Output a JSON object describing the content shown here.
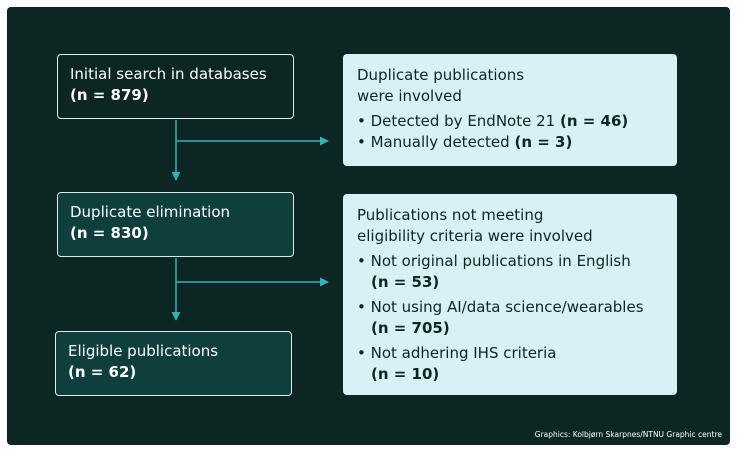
{
  "colors": {
    "background": "#0c2723",
    "box_dark": "#0e3f3d",
    "box_border": "#d6eeee",
    "box_light": "#d8f1f4",
    "arrow": "#2fb4bd"
  },
  "flow": {
    "initial": {
      "title": "Initial search in databases",
      "count": "(n = 879)"
    },
    "dedup": {
      "title": "Duplicate elimination",
      "count": "(n = 830)"
    },
    "eligible": {
      "title": "Eligible publications",
      "count": "(n = 62)"
    }
  },
  "excluded": {
    "duplicates": {
      "title_line1": "Duplicate publications",
      "title_line2": "were involved",
      "items": [
        {
          "label": "• Detected by EndNote 21",
          "count": "(n = 46)"
        },
        {
          "label": "• Manually detected",
          "count": "(n = 3)"
        }
      ]
    },
    "criteria": {
      "title_line1": "Publications not meeting",
      "title_line2": "eligibility criteria were involved",
      "items": [
        {
          "label": "• Not original publications in English",
          "count": "(n = 53)"
        },
        {
          "label": "• Not using AI/data science/wearables",
          "count": "(n = 705)"
        },
        {
          "label": "• Not adhering IHS criteria",
          "count": "(n = 10)"
        }
      ]
    }
  },
  "credit": "Graphics: Kolbjørn Skarpnes/NTNU Graphic centre"
}
